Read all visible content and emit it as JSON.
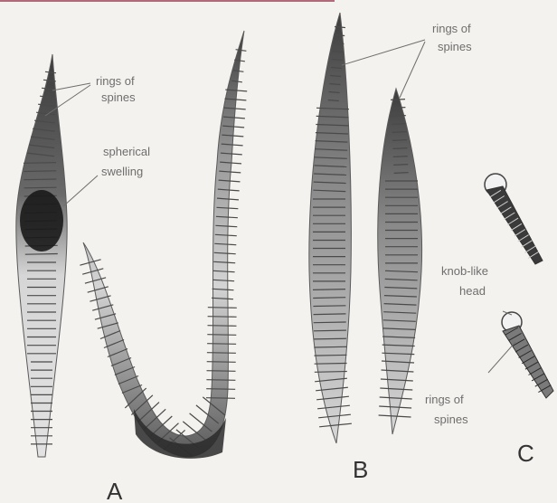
{
  "labels": {
    "rings_of_spines_a": [
      "rings of",
      "spines"
    ],
    "spherical_swelling": [
      "spherical",
      "swelling"
    ],
    "rings_of_spines_b": [
      "rings of",
      "spines"
    ],
    "knob_like_head": [
      "knob-like",
      "head"
    ],
    "rings_of_spines_c": [
      "rings of",
      "spines"
    ]
  },
  "panel_letters": {
    "a": "A",
    "b": "B",
    "c": "C"
  },
  "colors": {
    "background": "#f4f2ee",
    "worm_light": "#d9d9d9",
    "worm_dark": "#3a3a3a",
    "ring": "#4a4a4a",
    "label_text": "#6e6e6e",
    "top_rule": "#b06a78"
  }
}
